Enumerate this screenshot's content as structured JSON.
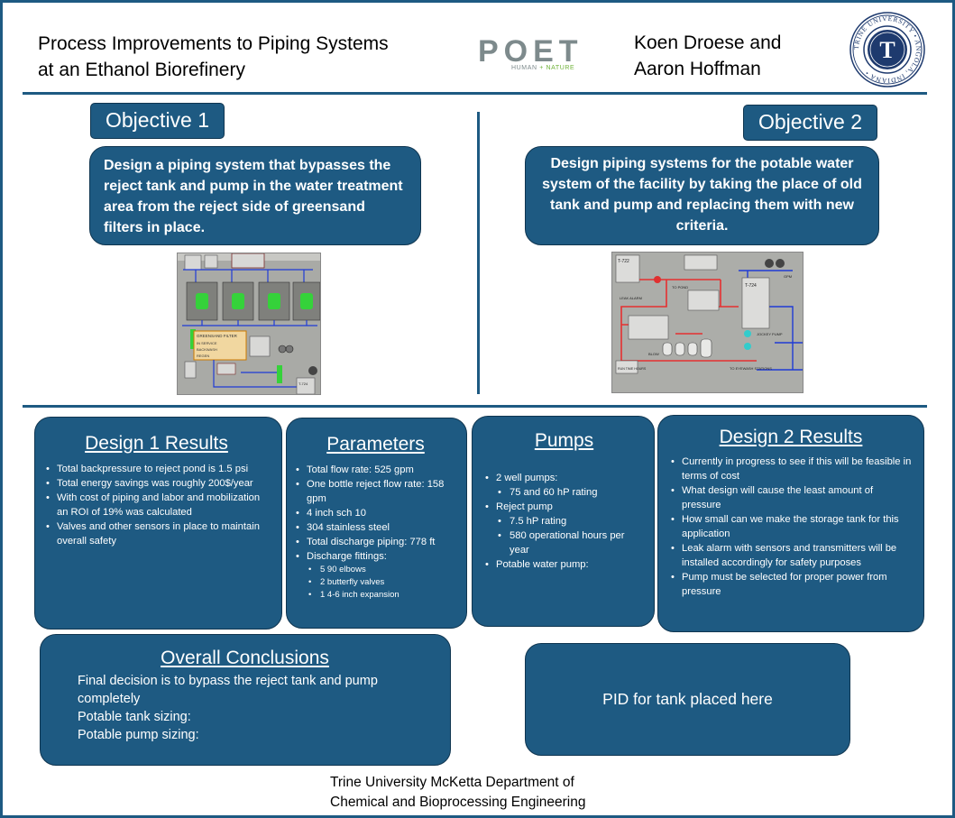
{
  "header": {
    "title_line1": "Process Improvements to Piping Systems",
    "title_line2": "at an Ethanol Biorefinery",
    "logo": {
      "word": "POET",
      "tag_left": "HUMAN",
      "tag_sep": " + ",
      "tag_right": "NATURE",
      "icon": "poet-logo"
    },
    "authors_line1": "Koen Droese and",
    "authors_line2": "Aaron Hoffman",
    "seal": {
      "ring_text": "TRINE UNIVERSITY • ANGOLA, INDIANA •",
      "letter": "T",
      "icon": "trine-university-seal"
    }
  },
  "objective1": {
    "label": "Objective 1",
    "text": "Design a piping system that bypasses the reject tank and pump in the water treatment area from the reject side of greensand filters in place."
  },
  "objective2": {
    "label": "Objective 2",
    "text": "Design piping systems for the potable water system of the facility by taking the place of old tank and pump and replacing them with new criteria."
  },
  "screens": {
    "left": {
      "t1": "T-724",
      "box": "GREENSAND FILTER",
      "b1": "IN SERVICE",
      "b2": "BACKWASH",
      "b3": "REGEN"
    },
    "right": {
      "t1": "T-722",
      "t2": "T-724",
      "l1": "LEAK ALARM",
      "l2": "TO POND",
      "l3": "TO EYEWASH STATIONS",
      "l4": "GPM",
      "l5": "BLOW",
      "l6": "RUN TIME HOURS",
      "l7": "JOCKEY PUMP"
    }
  },
  "design1": {
    "title": "Design 1 Results",
    "items": [
      "Total backpressure to reject pond is 1.5 psi",
      "Total energy savings  was roughly 200$/year",
      "With cost of piping and labor and mobilization an ROI of 19% was calculated",
      "Valves and other sensors in place to maintain overall safety"
    ]
  },
  "parameters": {
    "title": "Parameters",
    "items": [
      "Total flow rate: 525 gpm",
      "One bottle reject flow rate: 158 gpm",
      "4 inch sch 10",
      "304 stainless steel",
      "Total discharge piping: 778 ft",
      "Discharge fittings:"
    ],
    "fittings": [
      "5 90 elbows",
      "2 butterfly valves",
      "1 4-6 inch expansion"
    ]
  },
  "pumps": {
    "title": "Pumps",
    "items": [
      "2 well pumps:",
      "75 and 60 hP rating",
      "Reject pump",
      "7.5 hP rating",
      "580 operational hours per year",
      "Potable water pump:"
    ]
  },
  "design2": {
    "title": "Design 2 Results",
    "items": [
      "Currently in progress to see if this will be feasible in terms of cost",
      "What design will cause the least amount of pressure",
      "How small can we make the storage tank for this application",
      "Leak alarm with sensors and transmitters will be installed accordingly for safety purposes",
      "Pump must be selected for proper power from pressure"
    ]
  },
  "conclusions": {
    "title": "Overall Conclusions",
    "lines": [
      "Final decision is to bypass the reject tank and pump",
      "completely",
      "Potable tank sizing:",
      "Potable pump sizing:"
    ]
  },
  "pid_placeholder": "PID for tank placed here",
  "footer": {
    "line1": "Trine University McKetta Department of",
    "line2": "Chemical and Bioprocessing Engineering"
  },
  "colors": {
    "primary": "#1e5a82",
    "border": "#0f3550",
    "poet_green": "#71b33b",
    "poet_gray": "#7d8a8c"
  }
}
